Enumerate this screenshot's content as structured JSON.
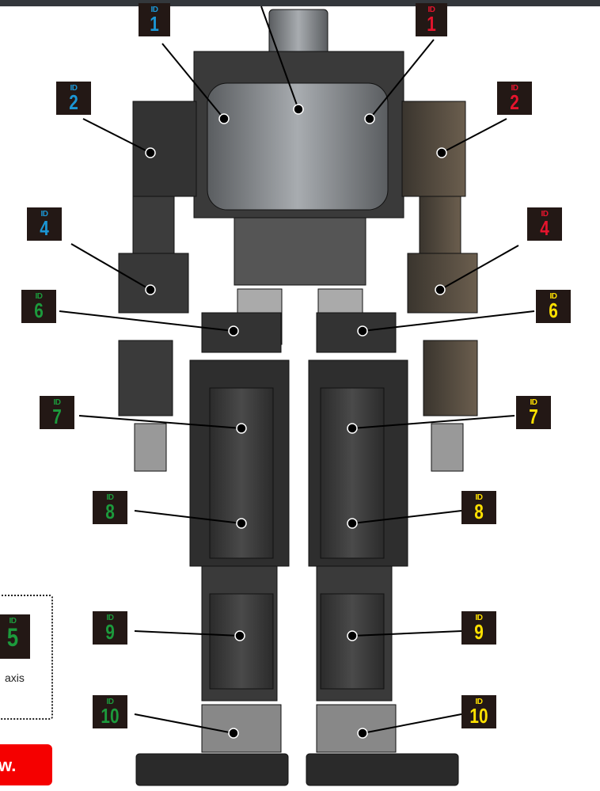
{
  "labels": {
    "id_prefix": "ID",
    "left_1": "1",
    "right_1": "1",
    "left_2": "2",
    "right_2": "2",
    "left_4": "4",
    "right_4": "4",
    "left_6": "6",
    "right_6": "6",
    "left_7": "7",
    "right_7": "7",
    "left_8": "8",
    "right_8": "8",
    "left_9": "9",
    "right_9": "9",
    "left_10": "10",
    "right_10": "10",
    "note_5": "5"
  },
  "note": {
    "axis_text": "axis"
  },
  "button": {
    "label": "w."
  },
  "colors": {
    "blue": "#1b96d4",
    "red": "#e6142d",
    "green": "#1c9a3c",
    "yellow": "#ffe100",
    "label_bg": "#231815"
  }
}
